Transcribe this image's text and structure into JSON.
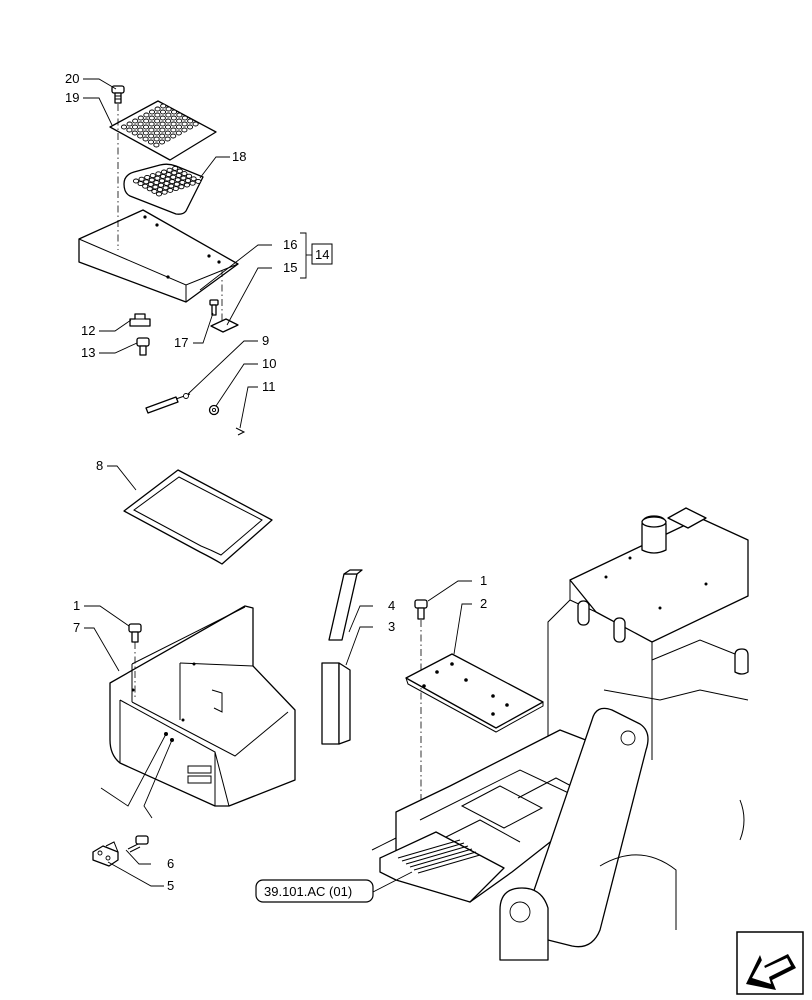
{
  "callouts": {
    "c1a": "1",
    "c1b": "1",
    "c2": "2",
    "c3": "3",
    "c4": "4",
    "c5": "5",
    "c6": "6",
    "c7": "7",
    "c8": "8",
    "c9": "9",
    "c10": "10",
    "c11": "11",
    "c12": "12",
    "c13": "13",
    "c14": "14",
    "c15": "15",
    "c16": "16",
    "c17": "17",
    "c18": "18",
    "c19": "19",
    "c20": "20"
  },
  "reference_label": "39.101.AC (01)",
  "icons": {
    "nav": "arrow-left-down-icon"
  }
}
